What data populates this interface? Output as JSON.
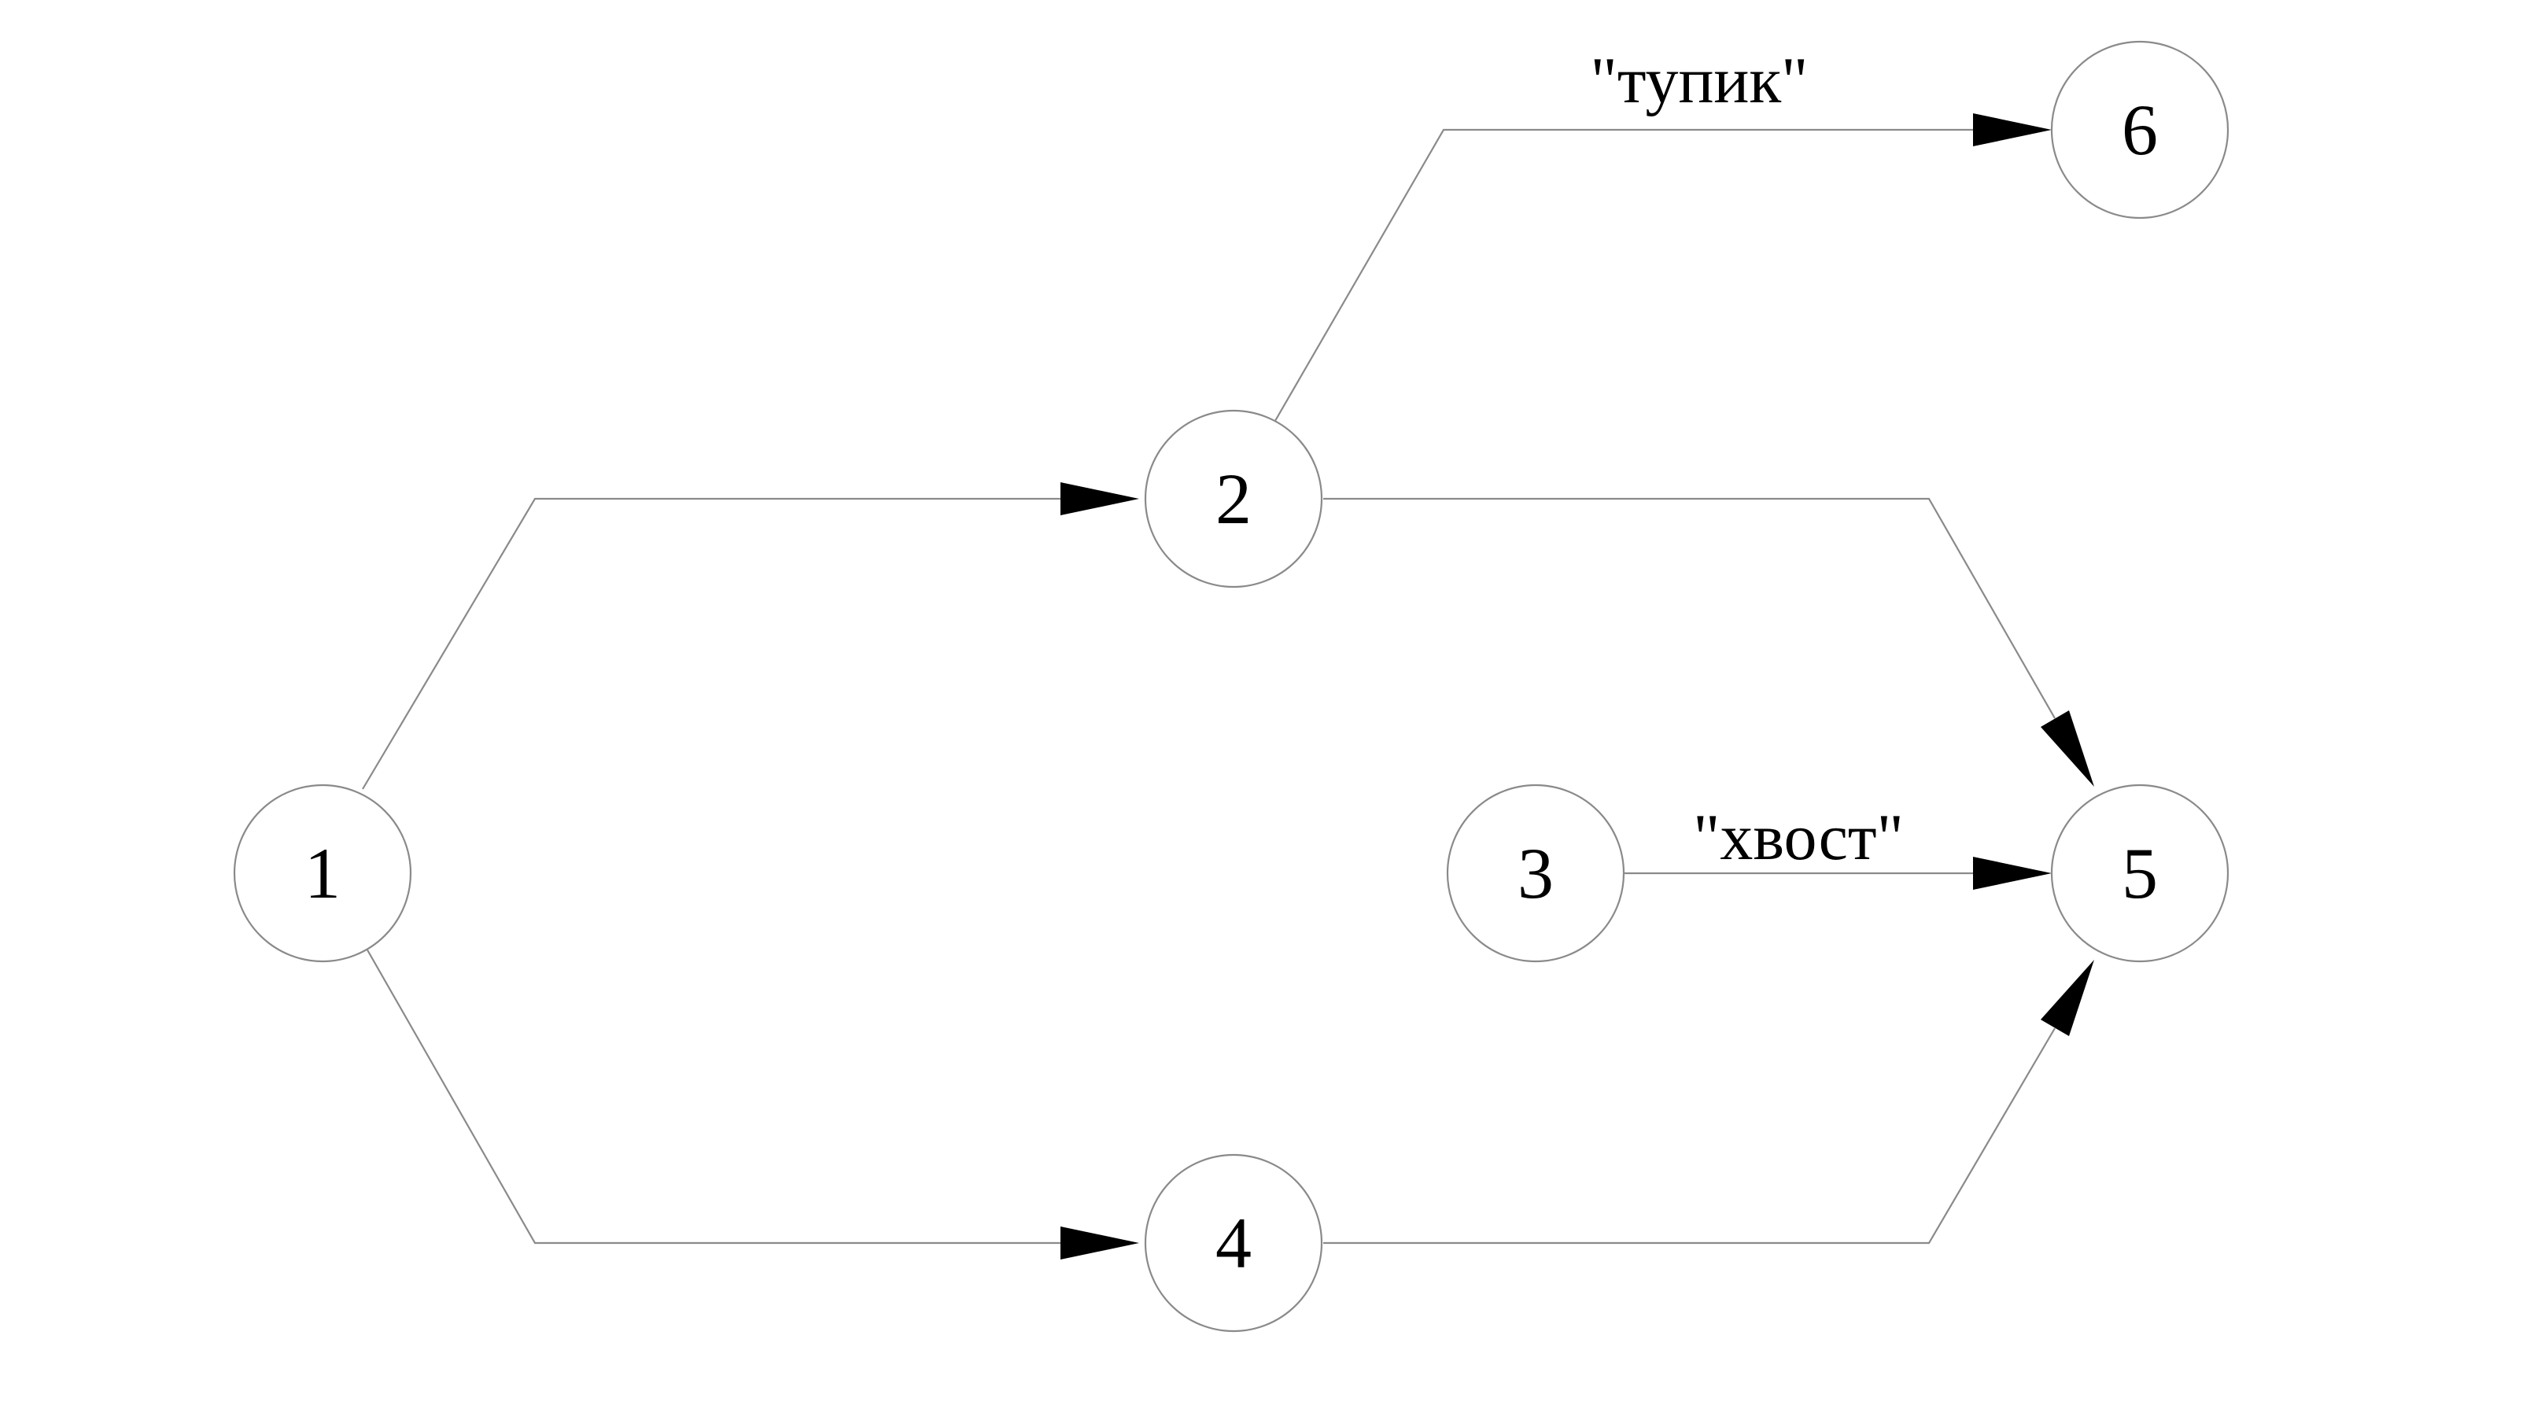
{
  "diagram": {
    "nodes": [
      {
        "id": "1",
        "label": "1"
      },
      {
        "id": "2",
        "label": "2"
      },
      {
        "id": "3",
        "label": "3"
      },
      {
        "id": "4",
        "label": "4"
      },
      {
        "id": "5",
        "label": "5"
      },
      {
        "id": "6",
        "label": "6"
      }
    ],
    "edges": [
      {
        "from": "1",
        "to": "2",
        "label": ""
      },
      {
        "from": "1",
        "to": "4",
        "label": ""
      },
      {
        "from": "2",
        "to": "5",
        "label": ""
      },
      {
        "from": "2",
        "to": "6",
        "label": "\"тупик\""
      },
      {
        "from": "3",
        "to": "5",
        "label": "\"хвост\""
      },
      {
        "from": "4",
        "to": "5",
        "label": ""
      }
    ],
    "colors": {
      "line": "#8a8a8a",
      "arrow": "#000000",
      "text": "#000000",
      "background": "#ffffff"
    }
  }
}
